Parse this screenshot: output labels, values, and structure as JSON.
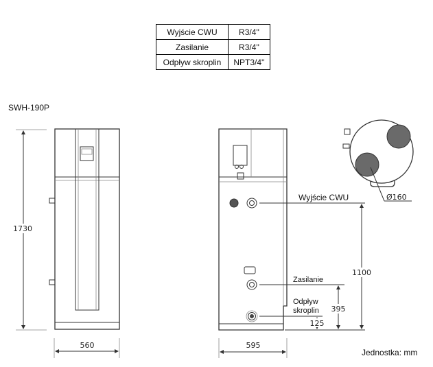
{
  "spec_table": {
    "rows": [
      {
        "name": "Wyjście CWU",
        "value": "R3/4''"
      },
      {
        "name": "Zasilanie",
        "value": "R3/4''"
      },
      {
        "name": "Odpływ skroplin",
        "value": "NPT3/4''"
      }
    ]
  },
  "model": "SWH-190P",
  "front_view": {
    "height_dim": "1730",
    "width_dim": "560"
  },
  "side_view": {
    "width_dim": "595",
    "labels": {
      "outlet": "Wyjście CWU",
      "supply": "Zasilanie",
      "drain_line1": "Odpływ",
      "drain_line2": "skroplin"
    },
    "dims": {
      "outlet_height": "1100",
      "supply_height": "395",
      "drain_height": "125"
    }
  },
  "top_view": {
    "duct_diameter": "Ø160"
  },
  "unit_note": "Jednostka: mm"
}
